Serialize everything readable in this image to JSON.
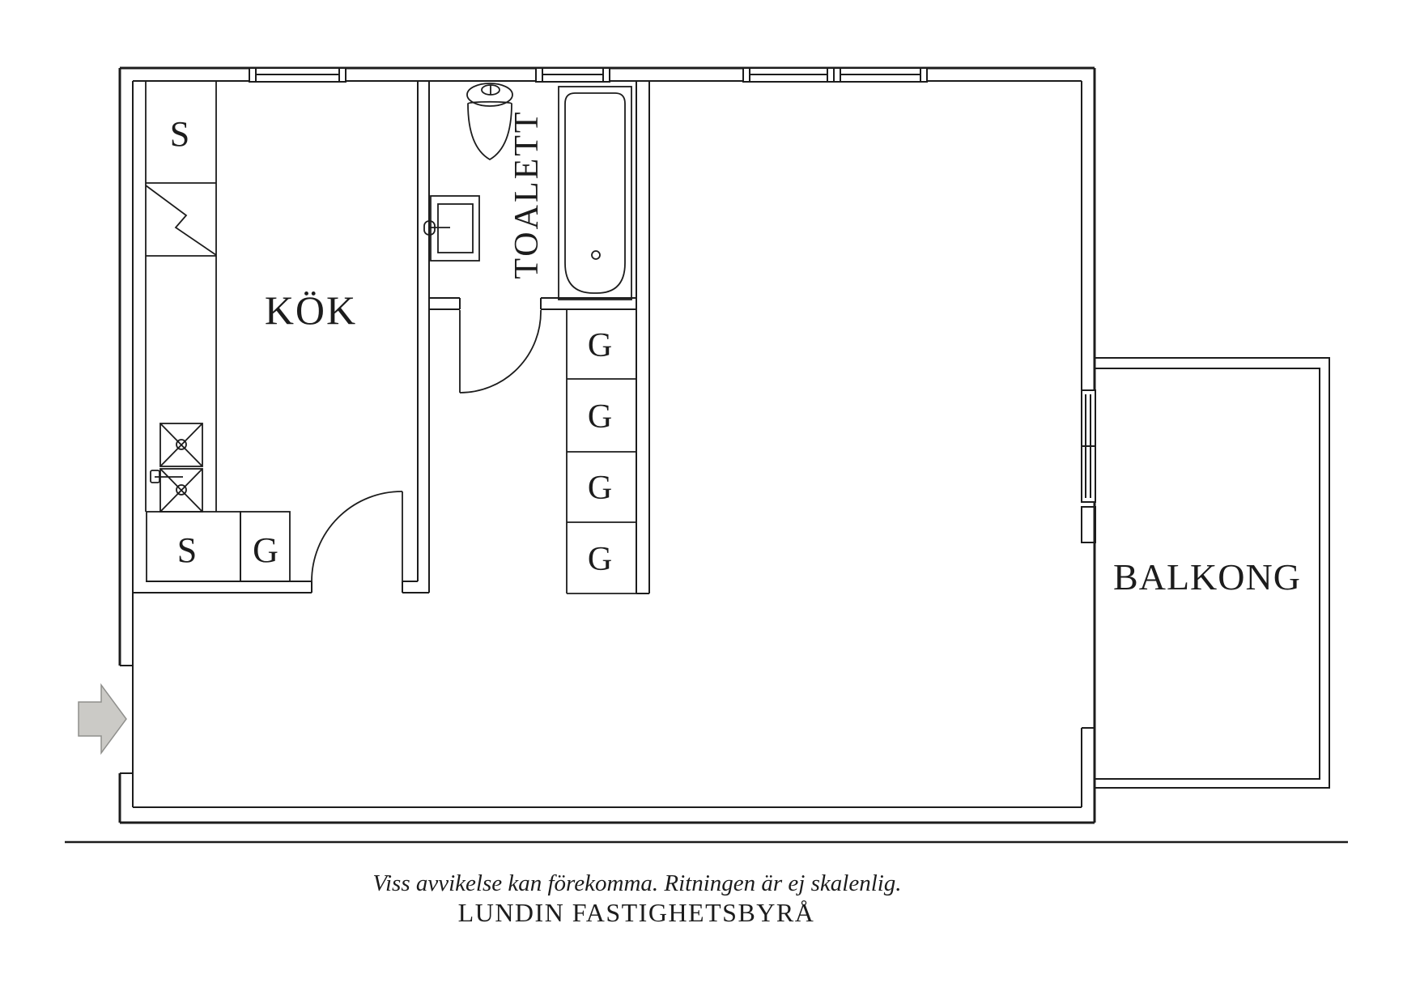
{
  "plan": {
    "labels": {
      "kitchen": "KÖK",
      "toilet": "TOALETT",
      "balcony": "BALKONG"
    },
    "closets": {
      "s_top": "S",
      "s_bottom": "S",
      "g_kitchen": "G",
      "g_hall": [
        "G",
        "G",
        "G",
        "G"
      ]
    },
    "colors": {
      "line": "#1c1c1c",
      "arrow_fill": "#cbcac6",
      "arrow_stroke": "#8f8f8c"
    }
  },
  "footer": {
    "disclaimer": "Viss avvikelse kan förekomma. Ritningen är ej skalenlig.",
    "brand": "LUNDIN FASTIGHETSBYRÅ"
  }
}
